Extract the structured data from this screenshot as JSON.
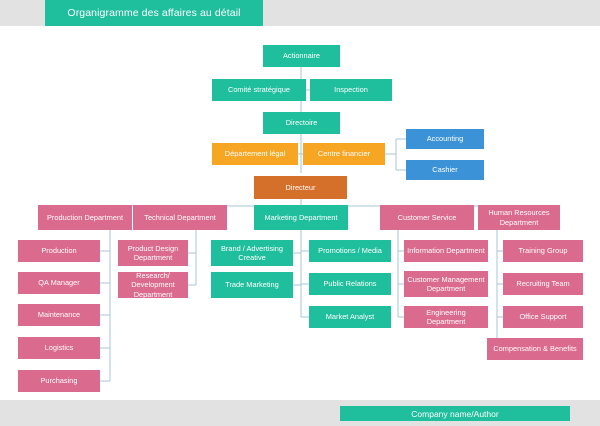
{
  "header": {
    "title": "Organigramme des affaires au détail",
    "band_color": "#e2e2e2",
    "chip_color": "#1fbe9d"
  },
  "footer": {
    "label": "Company name/Author",
    "band_color": "#e2e2e2",
    "chip_color": "#1fbe9d"
  },
  "palette": {
    "green": "#1fbe9d",
    "pink": "#db6a8f",
    "orange": "#f6a623",
    "blue": "#3c92d6",
    "brown": "#d4702a",
    "connector": "#a8c4d8",
    "canvas": "#ffffff"
  },
  "chart_data": {
    "type": "diagram",
    "diagram_type": "organization-chart",
    "title": "Organigramme des affaires au détail",
    "language": "mixed-french-english",
    "nodes": [
      {
        "id": "actionnaire",
        "label": "Actionnaire",
        "color": "green",
        "level": 0
      },
      {
        "id": "comite",
        "label": "Comité stratégique",
        "color": "green",
        "level": 1
      },
      {
        "id": "inspection",
        "label": "Inspection",
        "color": "green",
        "level": 1
      },
      {
        "id": "directoire",
        "label": "Directoire",
        "color": "green",
        "level": 2
      },
      {
        "id": "dept-legal",
        "label": "Département légal",
        "color": "orange",
        "level": 3
      },
      {
        "id": "centre-fin",
        "label": "Centre financier",
        "color": "orange",
        "level": 3
      },
      {
        "id": "accounting",
        "label": "Accounting",
        "color": "blue",
        "level": 4
      },
      {
        "id": "cashier",
        "label": "Cashier",
        "color": "blue",
        "level": 4
      },
      {
        "id": "directeur",
        "label": "Directeur",
        "color": "brown",
        "level": 5
      },
      {
        "id": "production-dep",
        "label": "Production Department",
        "color": "pink",
        "level": 6
      },
      {
        "id": "technical-dep",
        "label": "Technical Department",
        "color": "pink",
        "level": 6
      },
      {
        "id": "marketing-dep",
        "label": "Marketing Department",
        "color": "green",
        "level": 6
      },
      {
        "id": "customer-serv",
        "label": "Customer Service",
        "color": "pink",
        "level": 6
      },
      {
        "id": "hr-dep",
        "label": "Human Resources Department",
        "color": "pink",
        "level": 6
      },
      {
        "id": "production",
        "label": "Production",
        "color": "pink",
        "level": 7
      },
      {
        "id": "qa-manager",
        "label": "QA Manager",
        "color": "pink",
        "level": 7
      },
      {
        "id": "maintenance",
        "label": "Maintenance",
        "color": "pink",
        "level": 7
      },
      {
        "id": "logistics",
        "label": "Logistics",
        "color": "pink",
        "level": 7
      },
      {
        "id": "purchasing",
        "label": "Purchasing",
        "color": "pink",
        "level": 7
      },
      {
        "id": "product-design",
        "label": "Product Design Department",
        "color": "pink",
        "level": 7
      },
      {
        "id": "research-dev",
        "label": "Research/ Development Department",
        "color": "pink",
        "level": 7
      },
      {
        "id": "brand-adv",
        "label": "Brand / Advertising Creative",
        "color": "green",
        "level": 7
      },
      {
        "id": "trade-mkt",
        "label": "Trade Marketing",
        "color": "green",
        "level": 7
      },
      {
        "id": "promotions",
        "label": "Promotions / Media",
        "color": "green",
        "level": 7
      },
      {
        "id": "public-rel",
        "label": "Public Relations",
        "color": "green",
        "level": 7
      },
      {
        "id": "market-analyst",
        "label": "Market Analyst",
        "color": "green",
        "level": 7
      },
      {
        "id": "info-dep",
        "label": "Information Department",
        "color": "pink",
        "level": 7
      },
      {
        "id": "cust-mgmt",
        "label": "Customer Management Department",
        "color": "pink",
        "level": 7
      },
      {
        "id": "engineering",
        "label": "Engineering Department",
        "color": "pink",
        "level": 7
      },
      {
        "id": "training",
        "label": "Training Group",
        "color": "pink",
        "level": 7
      },
      {
        "id": "recruiting",
        "label": "Recruiting Team",
        "color": "pink",
        "level": 7
      },
      {
        "id": "office-support",
        "label": "Office Support",
        "color": "pink",
        "level": 7
      },
      {
        "id": "compensation",
        "label": "Compensation & Benefits",
        "color": "pink",
        "level": 7
      }
    ],
    "edges": [
      [
        "actionnaire",
        "comite"
      ],
      [
        "actionnaire",
        "inspection"
      ],
      [
        "actionnaire",
        "directoire"
      ],
      [
        "directoire",
        "dept-legal"
      ],
      [
        "directoire",
        "centre-fin"
      ],
      [
        "directoire",
        "directeur"
      ],
      [
        "centre-fin",
        "accounting"
      ],
      [
        "centre-fin",
        "cashier"
      ],
      [
        "directeur",
        "production-dep"
      ],
      [
        "directeur",
        "technical-dep"
      ],
      [
        "directeur",
        "marketing-dep"
      ],
      [
        "directeur",
        "customer-serv"
      ],
      [
        "directeur",
        "hr-dep"
      ],
      [
        "production-dep",
        "production"
      ],
      [
        "production-dep",
        "qa-manager"
      ],
      [
        "production-dep",
        "maintenance"
      ],
      [
        "production-dep",
        "logistics"
      ],
      [
        "production-dep",
        "purchasing"
      ],
      [
        "technical-dep",
        "product-design"
      ],
      [
        "technical-dep",
        "research-dev"
      ],
      [
        "marketing-dep",
        "brand-adv"
      ],
      [
        "marketing-dep",
        "trade-mkt"
      ],
      [
        "marketing-dep",
        "promotions"
      ],
      [
        "marketing-dep",
        "public-rel"
      ],
      [
        "marketing-dep",
        "market-analyst"
      ],
      [
        "customer-serv",
        "info-dep"
      ],
      [
        "customer-serv",
        "cust-mgmt"
      ],
      [
        "customer-serv",
        "engineering"
      ],
      [
        "hr-dep",
        "training"
      ],
      [
        "hr-dep",
        "recruiting"
      ],
      [
        "hr-dep",
        "office-support"
      ],
      [
        "hr-dep",
        "compensation"
      ]
    ]
  }
}
